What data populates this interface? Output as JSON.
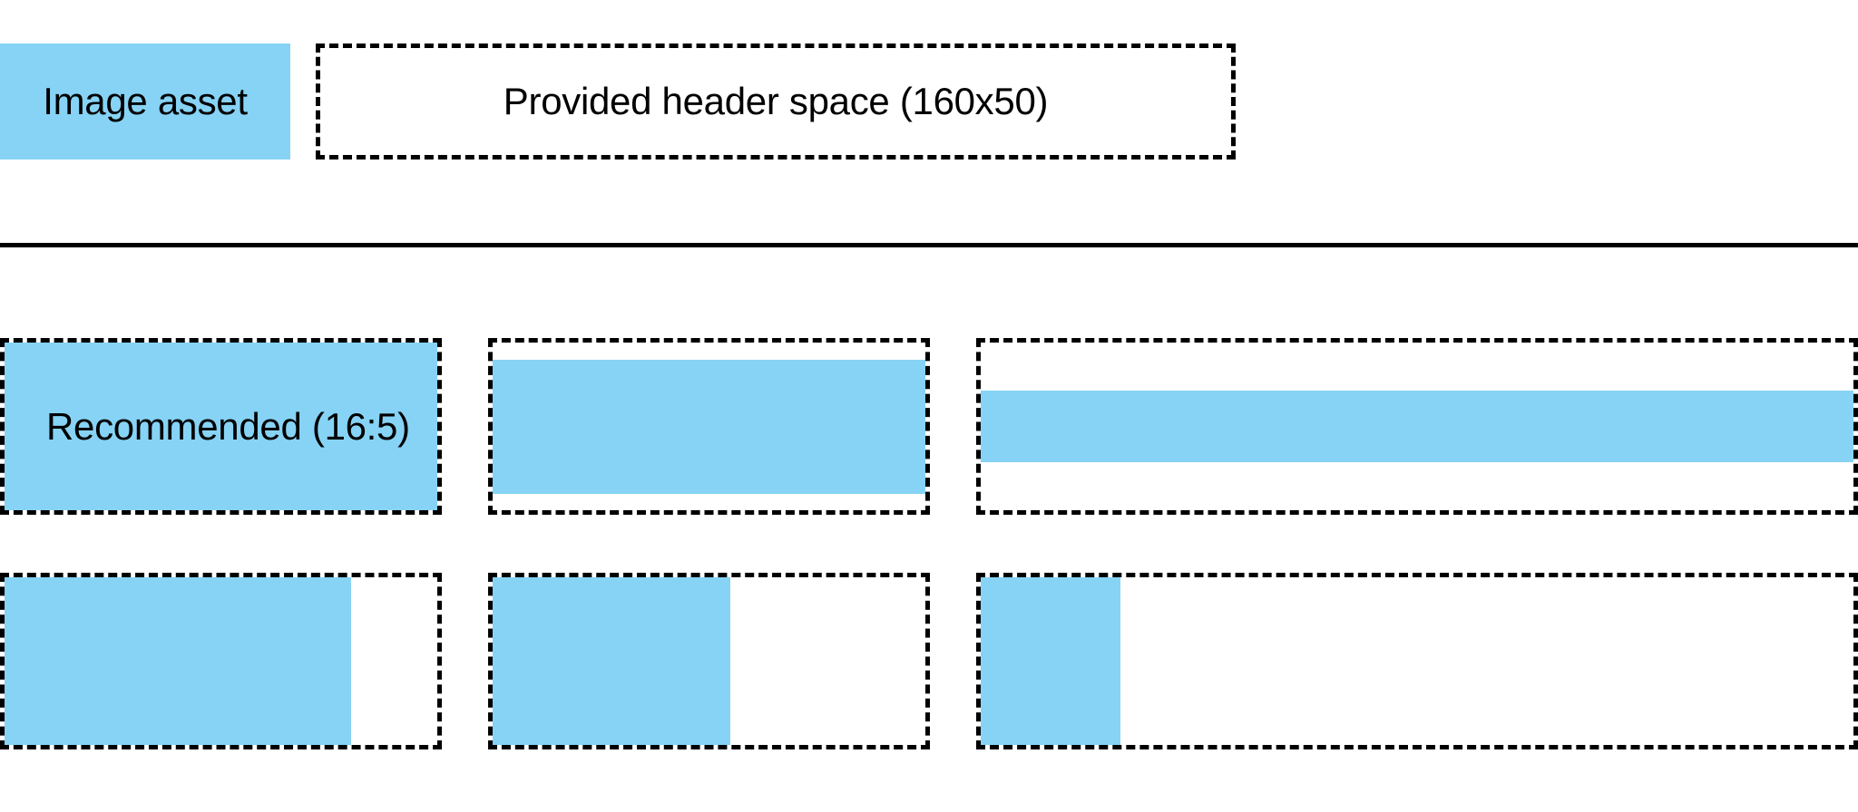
{
  "colors": {
    "accent": "#86d3f5",
    "outline": "#000000",
    "background": "#ffffff"
  },
  "legend": {
    "swatch_label": "Image asset",
    "header_space_label": "Provided header space (160x50)"
  },
  "grid": {
    "rows": [
      {
        "row_name": "aspect-ratio-row",
        "cells": [
          {
            "name": "cell-recommended",
            "label": "Recommended (16:5)",
            "fill_width_pct": 100,
            "fill_height_pct": 100,
            "fill_valign": "stretch"
          },
          {
            "name": "cell-full-width-inset-height",
            "label": "",
            "fill_width_pct": 100,
            "fill_height_pct": 80,
            "fill_valign": "center"
          },
          {
            "name": "cell-full-width-short-height",
            "label": "",
            "fill_width_pct": 100,
            "fill_height_pct": 43,
            "fill_valign": "center"
          }
        ]
      },
      {
        "row_name": "width-variation-row",
        "cells": [
          {
            "name": "cell-wide-fill",
            "label": "",
            "fill_width_pct": 80,
            "fill_height_pct": 100,
            "fill_valign": "stretch"
          },
          {
            "name": "cell-medium-fill",
            "label": "",
            "fill_width_pct": 55,
            "fill_height_pct": 100,
            "fill_valign": "stretch"
          },
          {
            "name": "cell-narrow-fill",
            "label": "",
            "fill_width_pct": 16,
            "fill_height_pct": 100,
            "fill_valign": "stretch"
          }
        ]
      }
    ]
  }
}
